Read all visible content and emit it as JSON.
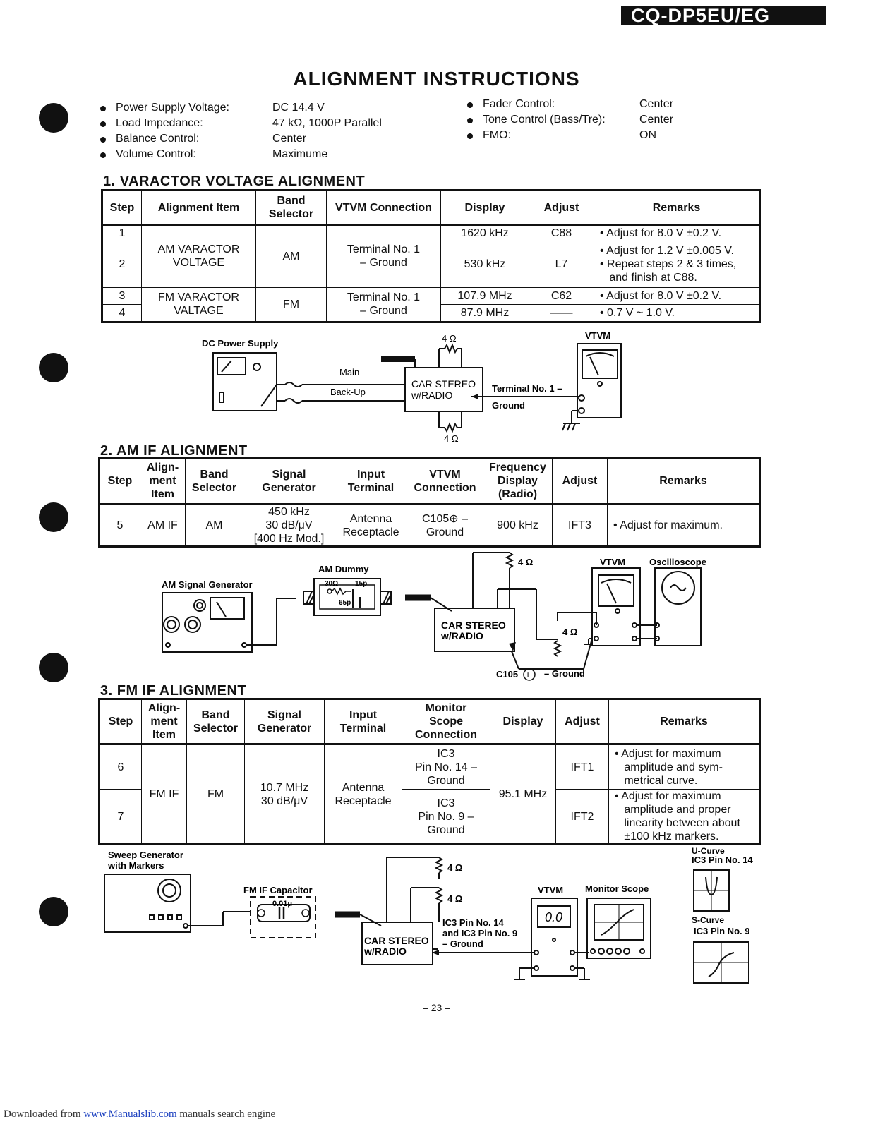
{
  "header": {
    "model": "CQ-DP5EU/EG",
    "title": "ALIGNMENT INSTRUCTIONS"
  },
  "conditions_left": [
    {
      "label": "Power Supply Voltage:",
      "value": "DC 14.4 V"
    },
    {
      "label": "Load Impedance:",
      "value": "47 kΩ, 1000P Parallel"
    },
    {
      "label": "Balance Control:",
      "value": "Center"
    },
    {
      "label": "Volume Control:",
      "value": "Maximume"
    }
  ],
  "conditions_right": [
    {
      "label": "Fader Control:",
      "value": "Center"
    },
    {
      "label": "Tone Control (Bass/Tre):",
      "value": "Center"
    },
    {
      "label": "FMO:",
      "value": "ON"
    }
  ],
  "sec1": {
    "heading": "1. VARACTOR VOLTAGE ALIGNMENT",
    "headers": {
      "step": "Step",
      "item": "Alignment Item",
      "band": "Band Selector",
      "vtvm": "VTVM Connection",
      "display": "Display",
      "adjust": "Adjust",
      "remarks": "Remarks"
    },
    "rows": [
      {
        "step": "1",
        "display": "1620 kHz",
        "adjust": "C88",
        "remarks": "• Adjust for 8.0 V ±0.2 V."
      },
      {
        "step": "2",
        "display": "530 kHz",
        "adjust": "L7",
        "remarks": "• Adjust for 1.2 V ±0.005 V.\n• Repeat steps 2 & 3 times,\n   and finish at C88."
      },
      {
        "step": "3",
        "display": "107.9 MHz",
        "adjust": "C62",
        "remarks": "• Adjust for 8.0 V ±0.2 V."
      },
      {
        "step": "4",
        "display": "87.9 MHz",
        "adjust": "——",
        "remarks": "• 0.7 V ~ 1.0 V."
      }
    ],
    "group_am": {
      "item": "AM VARACTOR\nVOLTAGE",
      "band": "AM",
      "vtvm": "Terminal No. 1\n– Ground"
    },
    "group_fm": {
      "item": "FM VARACTOR\nVALTAGE",
      "band": "FM",
      "vtvm": "Terminal No. 1\n– Ground"
    }
  },
  "diag1": {
    "dc_supply": "DC Power Supply",
    "main": "Main",
    "backup": "Back-Up",
    "car_stereo": "CAR STEREO",
    "w_radio": "w/RADIO",
    "terminal": "Terminal No. 1 –",
    "ground": "Ground",
    "vtvm": "VTVM",
    "res_top": "4 Ω",
    "res_bottom": "4 Ω"
  },
  "sec2": {
    "heading": "2. AM IF ALIGNMENT",
    "headers": {
      "step": "Step",
      "item": "Align-\nment\nItem",
      "band": "Band\nSelector",
      "siggen": "Signal\nGenerator",
      "input": "Input\nTerminal",
      "vtvm": "VTVM\nConnection",
      "freq": "Frequency\nDisplay\n(Radio)",
      "adjust": "Adjust",
      "remarks": "Remarks"
    },
    "row": {
      "step": "5",
      "item": "AM IF",
      "band": "AM",
      "siggen": "450 kHz\n30 dB/μV\n[400 Hz Mod.]",
      "input": "Antenna\nReceptacle",
      "vtvm": "C105⊕ –\nGround",
      "freq": "900 kHz",
      "adjust": "IFT3",
      "remarks": "• Adjust for maximum."
    }
  },
  "diag2": {
    "am_siggen": "AM Signal Generator",
    "am_dummy": "AM Dummy",
    "r30": "30Ω",
    "c15": "15p",
    "c65": "65p",
    "car_stereo": "CAR STEREO",
    "w_radio": "w/RADIO",
    "res_top": "4 Ω",
    "res_mid": "4 Ω",
    "vtvm": "VTVM",
    "osc": "Oscilloscope",
    "c105": "C105",
    "ground": "– Ground"
  },
  "sec3": {
    "heading": "3. FM IF ALIGNMENT",
    "headers": {
      "step": "Step",
      "item": "Align-\nment\nItem",
      "band": "Band\nSelector",
      "siggen": "Signal\nGenerator",
      "input": "Input\nTerminal",
      "scope": "Monitor\nScope\nConnection",
      "display": "Display",
      "adjust": "Adjust",
      "remarks": "Remarks"
    },
    "rows": [
      {
        "step": "6",
        "scope": "IC3\nPin No. 14 –\nGround",
        "adjust": "IFT1",
        "remarks": "• Adjust for maximum\n   amplitude and sym-\n   metrical curve."
      },
      {
        "step": "7",
        "scope": "IC3\nPin No. 9 –\nGround",
        "adjust": "IFT2",
        "remarks": "• Adjust for maximum\n   amplitude and proper\n   linearity between about\n   ±100 kHz markers."
      }
    ],
    "group": {
      "item": "FM IF",
      "band": "FM",
      "siggen": "10.7 MHz\n30 dB/μV",
      "input": "Antenna\nReceptacle",
      "display": "95.1 MHz"
    }
  },
  "diag3": {
    "sweep1": "Sweep Generator",
    "sweep2": "with Markers",
    "fm_cap": "FM IF Capacitor",
    "cap_val": "0.01μ",
    "car_stereo": "CAR STEREO",
    "w_radio": "w/RADIO",
    "res1": "4 Ω",
    "res2": "4 Ω",
    "ic3_1": "IC3 Pin No. 14",
    "ic3_2": "and IC3 Pin No. 9",
    "ic3_3": "– Ground",
    "vtvm": "VTVM",
    "vtvm_disp": "0.0",
    "monitor": "Monitor Scope",
    "ucurve": "U-Curve",
    "ucurve_pin": "IC3 Pin No. 14",
    "scurve": "S-Curve",
    "scurve_pin": "IC3 Pin No. 9"
  },
  "page_number": "– 23 –",
  "footer": {
    "prefix": "Downloaded from ",
    "link": "www.Manualslib.com",
    "suffix": " manuals search engine"
  }
}
